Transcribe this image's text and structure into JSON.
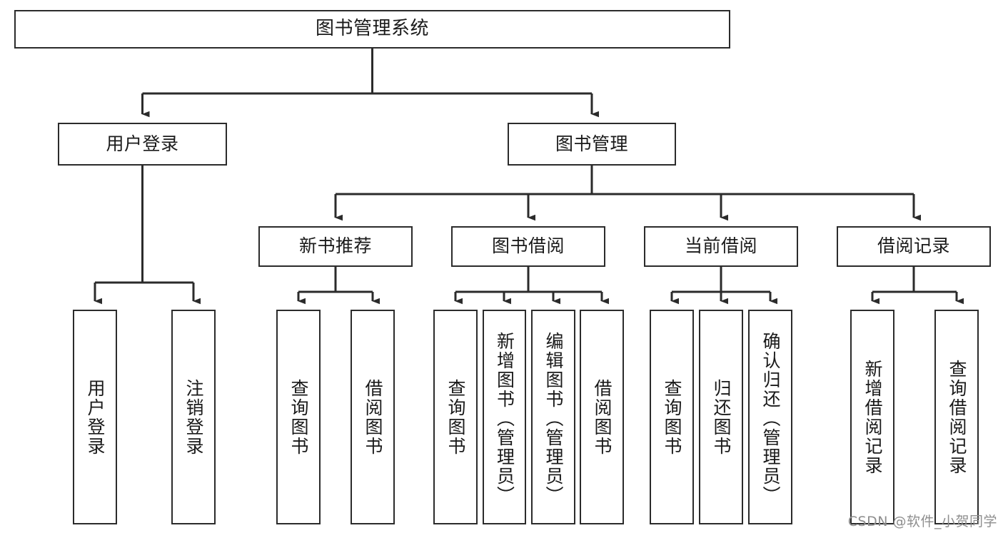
{
  "diagram": {
    "title": "图书管理系统",
    "type": "tree-hierarchy-chart",
    "stroke_color": "#2b2b2b",
    "fill_color": "#ffffff",
    "text_color": "#1a1a1a"
  },
  "watermark": {
    "text": "CSDN @软件_小贺同学",
    "color": "#8e8e8e"
  },
  "nodes": {
    "root": {
      "label": "图书管理系统"
    },
    "level2": [
      {
        "id": "user-login",
        "label": "用户登录"
      },
      {
        "id": "book-management",
        "label": "图书管理"
      }
    ],
    "level3": [
      {
        "id": "new-book-recommend",
        "label": "新书推荐"
      },
      {
        "id": "book-borrow",
        "label": "图书借阅"
      },
      {
        "id": "current-borrow",
        "label": "当前借阅"
      },
      {
        "id": "borrow-record",
        "label": "借阅记录"
      }
    ],
    "leaves": {
      "user_login": [
        {
          "id": "leaf-user-login",
          "label": "用户登录"
        },
        {
          "id": "leaf-logout-login",
          "label": "注销登录"
        }
      ],
      "new_book_recommend": [
        {
          "id": "leaf-query-book-1",
          "label": "查询图书"
        },
        {
          "id": "leaf-borrow-book-1",
          "label": "借阅图书"
        }
      ],
      "book_borrow": [
        {
          "id": "leaf-query-book-2",
          "label": "查询图书"
        },
        {
          "id": "leaf-add-book",
          "label": "新增图书（管理员）"
        },
        {
          "id": "leaf-edit-book",
          "label": "编辑图书（管理员）"
        },
        {
          "id": "leaf-borrow-book-2",
          "label": "借阅图书"
        }
      ],
      "current_borrow": [
        {
          "id": "leaf-query-book-3",
          "label": "查询图书"
        },
        {
          "id": "leaf-return-book",
          "label": "归还图书"
        },
        {
          "id": "leaf-confirm-return",
          "label": "确认归还（管理员）"
        }
      ],
      "borrow_record": [
        {
          "id": "leaf-add-record",
          "label": "新增借阅记录"
        },
        {
          "id": "leaf-query-record",
          "label": "查询借阅记录"
        }
      ]
    }
  },
  "chart_data": {
    "type": "tree",
    "title": "图书管理系统",
    "root": "图书管理系统",
    "edges": [
      [
        "图书管理系统",
        "用户登录"
      ],
      [
        "图书管理系统",
        "图书管理"
      ],
      [
        "用户登录",
        "用户登录"
      ],
      [
        "用户登录",
        "注销登录"
      ],
      [
        "图书管理",
        "新书推荐"
      ],
      [
        "图书管理",
        "图书借阅"
      ],
      [
        "图书管理",
        "当前借阅"
      ],
      [
        "图书管理",
        "借阅记录"
      ],
      [
        "新书推荐",
        "查询图书"
      ],
      [
        "新书推荐",
        "借阅图书"
      ],
      [
        "图书借阅",
        "查询图书"
      ],
      [
        "图书借阅",
        "新增图书（管理员）"
      ],
      [
        "图书借阅",
        "编辑图书（管理员）"
      ],
      [
        "图书借阅",
        "借阅图书"
      ],
      [
        "当前借阅",
        "查询图书"
      ],
      [
        "当前借阅",
        "归还图书"
      ],
      [
        "当前借阅",
        "确认归还（管理员）"
      ],
      [
        "借阅记录",
        "新增借阅记录"
      ],
      [
        "借阅记录",
        "查询借阅记录"
      ]
    ],
    "levels": 4,
    "node_count": 20
  }
}
